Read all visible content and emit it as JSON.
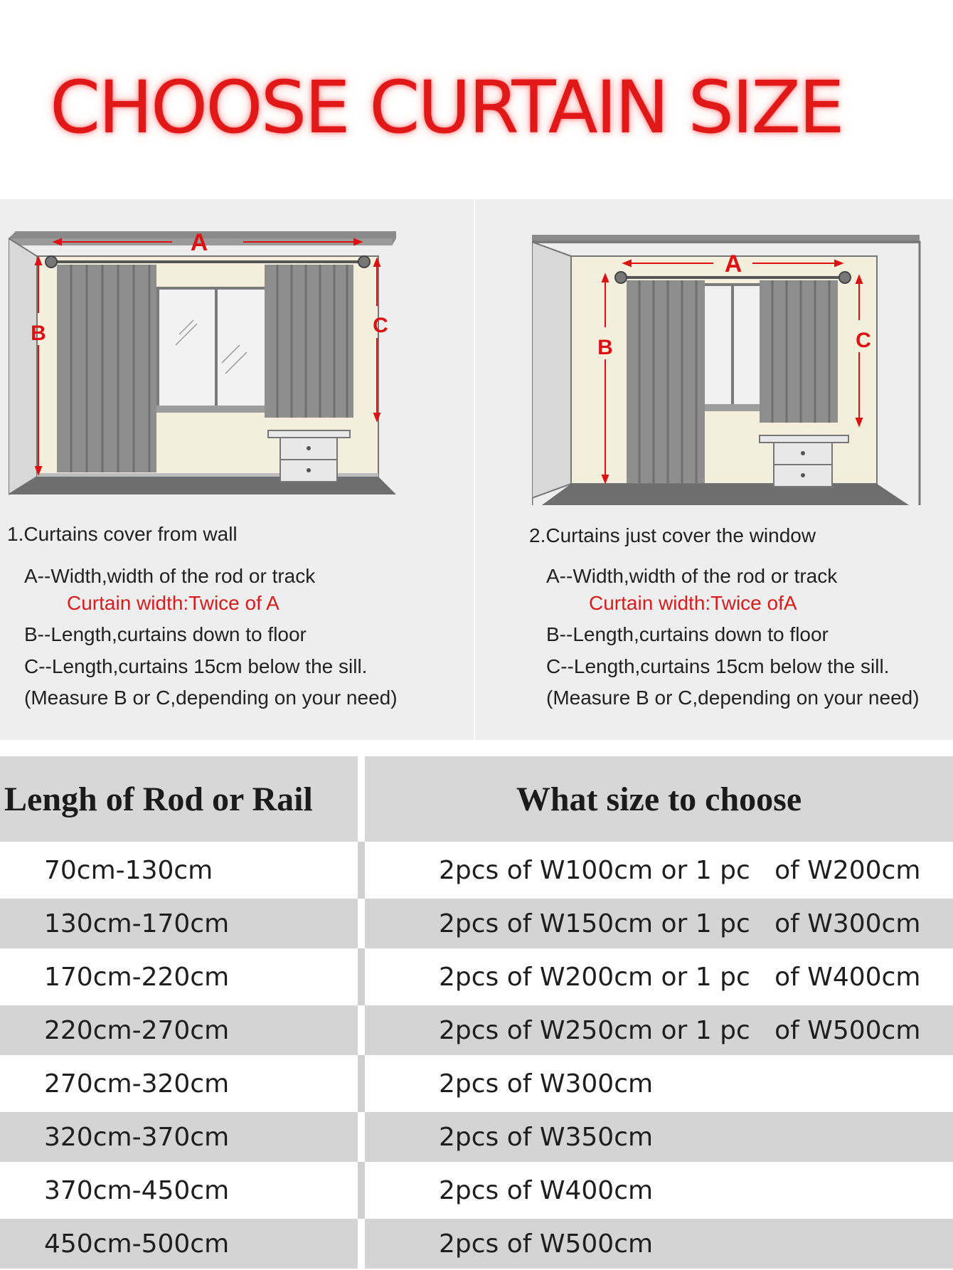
{
  "title": "CHOOSE CURTAIN SIZE",
  "colors": {
    "title": "#e01818",
    "note": "#d81c1c",
    "panel": "#eeeeee",
    "header_row": "#d7d7d7",
    "alt_row": "#d4d4d4"
  },
  "diagram_labels": {
    "a": "A",
    "b": "B",
    "c": "C"
  },
  "options": [
    {
      "heading": "1.Curtains cover from wall",
      "a_line": "A--Width,width of the rod or track",
      "note": "Curtain width:Twice of A",
      "b_line": "B--Length,curtains down to floor",
      "c_line": "C--Length,curtains 15cm below the sill.",
      "measure": "(Measure B or C,depending on your need)"
    },
    {
      "heading": "2.Curtains just cover the window",
      "a_line": "A--Width,width of the rod or track",
      "note": "Curtain width:Twice ofA",
      "b_line": "B--Length,curtains down to floor",
      "c_line": "C--Length,curtains 15cm below the sill.",
      "measure": "(Measure B or C,depending on your need)"
    }
  ],
  "size_table": {
    "headers": [
      "Lengh of Rod or Rail",
      "What size to choose"
    ],
    "rows": [
      [
        "70cm-130cm",
        "2pcs of W100cm or 1 pc   of W200cm"
      ],
      [
        "130cm-170cm",
        "2pcs of W150cm or 1 pc   of W300cm"
      ],
      [
        "170cm-220cm",
        "2pcs of W200cm or 1 pc   of W400cm"
      ],
      [
        "220cm-270cm",
        "2pcs of W250cm or 1 pc   of W500cm"
      ],
      [
        "270cm-320cm",
        "2pcs of W300cm"
      ],
      [
        "320cm-370cm",
        "2pcs of W350cm"
      ],
      [
        "370cm-450cm",
        "2pcs of W400cm"
      ],
      [
        "450cm-500cm",
        "2pcs of W500cm"
      ]
    ]
  }
}
